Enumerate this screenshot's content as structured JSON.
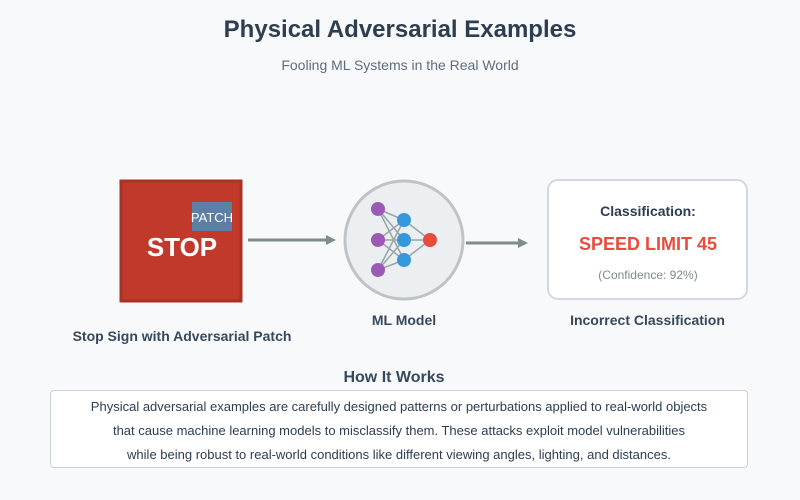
{
  "header": {
    "title": "Physical Adversarial Examples",
    "subtitle": "Fooling ML Systems in the Real World"
  },
  "stop_sign": {
    "sign_text": "STOP",
    "patch_text": "PATCH",
    "caption": "Stop Sign with Adversarial Patch"
  },
  "model": {
    "caption": "ML Model"
  },
  "classification": {
    "heading": "Classification:",
    "result": "SPEED LIMIT 45",
    "confidence": "(Confidence: 92%)",
    "caption": "Incorrect Classification"
  },
  "how_it_works": {
    "title": "How It Works",
    "lines": [
      "Physical adversarial examples are carefully designed patterns or perturbations applied to real-world objects",
      "that cause machine learning models to misclassify them. These attacks exploit model vulnerabilities",
      "while being robust to real-world conditions like different viewing angles, lighting, and distances."
    ]
  },
  "colors": {
    "stop_red": "#c0392b",
    "patch_blue": "#5b7fa6",
    "result_red": "#e74c3c",
    "input_node_purple": "#9b59b6",
    "hidden_node_blue": "#3498db",
    "output_node_red": "#e74c3c",
    "arrow_gray": "#7f8c8d"
  }
}
